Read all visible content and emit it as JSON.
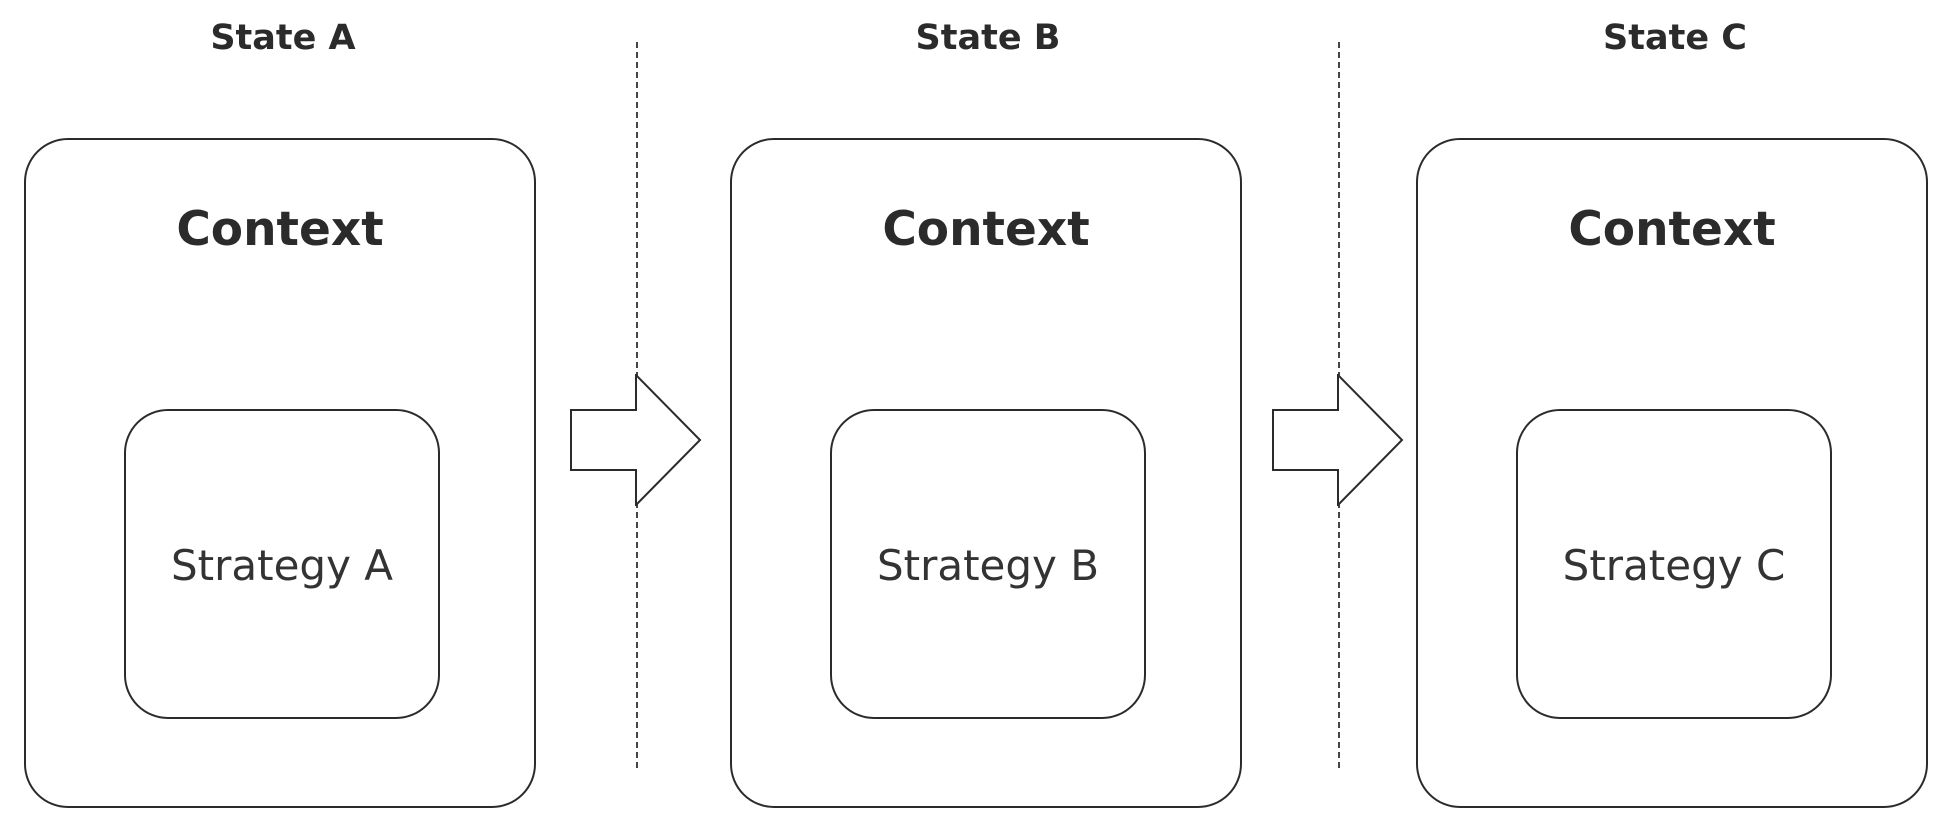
{
  "states": [
    {
      "title": "State A",
      "context_label": "Context",
      "strategy_label": "Strategy A"
    },
    {
      "title": "State B",
      "context_label": "Context",
      "strategy_label": "Strategy B"
    },
    {
      "title": "State C",
      "context_label": "Context",
      "strategy_label": "Strategy C"
    }
  ]
}
